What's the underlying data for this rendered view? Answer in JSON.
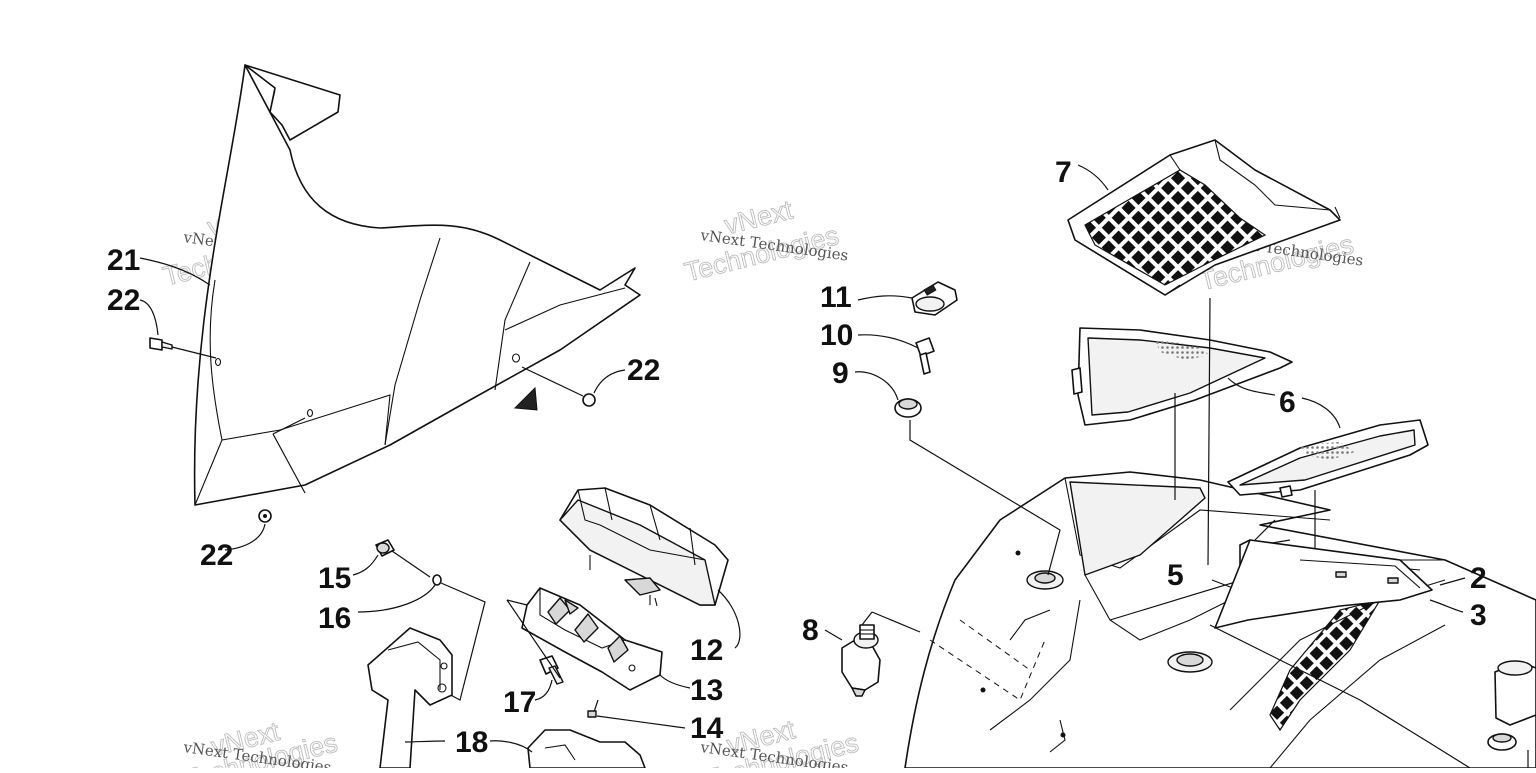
{
  "diagram": {
    "callouts": [
      {
        "key": "c21",
        "text": "21"
      },
      {
        "key": "c22a",
        "text": "22"
      },
      {
        "key": "c22b",
        "text": "22"
      },
      {
        "key": "c22c",
        "text": "22"
      },
      {
        "key": "c15",
        "text": "15"
      },
      {
        "key": "c16",
        "text": "16"
      },
      {
        "key": "c17",
        "text": "17"
      },
      {
        "key": "c18",
        "text": "18"
      },
      {
        "key": "c14",
        "text": "14"
      },
      {
        "key": "c13",
        "text": "13"
      },
      {
        "key": "c12",
        "text": "12"
      },
      {
        "key": "c11",
        "text": "11"
      },
      {
        "key": "c10",
        "text": "10"
      },
      {
        "key": "c9",
        "text": "9"
      },
      {
        "key": "c8",
        "text": "8"
      },
      {
        "key": "c7",
        "text": "7"
      },
      {
        "key": "c6",
        "text": "6"
      },
      {
        "key": "c5",
        "text": "5"
      },
      {
        "key": "c2",
        "text": "2"
      },
      {
        "key": "c3",
        "text": "3"
      }
    ],
    "watermark": {
      "line1": "vNext Technologies",
      "outline1": "vNext",
      "outline2": "Technologies"
    },
    "colors": {
      "ink": "#111111",
      "watermark_outline": "#bcbcbc",
      "watermark_text": "#555555",
      "background": "#ffffff"
    }
  }
}
